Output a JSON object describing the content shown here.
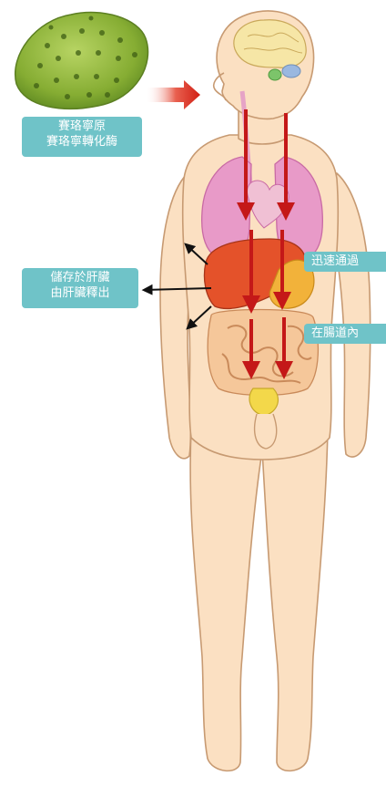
{
  "labels": {
    "noni_compounds": [
      "賽珞寧原",
      "賽珞寧轉化酶"
    ],
    "liver_storage": [
      "儲存於肝臟",
      "由肝臟釋出"
    ],
    "fast_through": "迅速通過",
    "in_intestine": "在腸道內"
  },
  "icons": {
    "fruit": "noni-fruit",
    "arrow": "red-arrow",
    "figure": "human-body-organs"
  },
  "colors": {
    "label_bg": "#6fc3c8",
    "arrow_red": "#c41818",
    "skin": "#fbe0c2",
    "outline": "#c79a72",
    "lungs": "#e89ac8",
    "liver": "#e4522a",
    "stomach": "#f2b23a",
    "intestine": "#f5c79a",
    "bladder": "#f3d84a",
    "brain": "#f6e6a6",
    "fruit": "#8fb83a"
  }
}
